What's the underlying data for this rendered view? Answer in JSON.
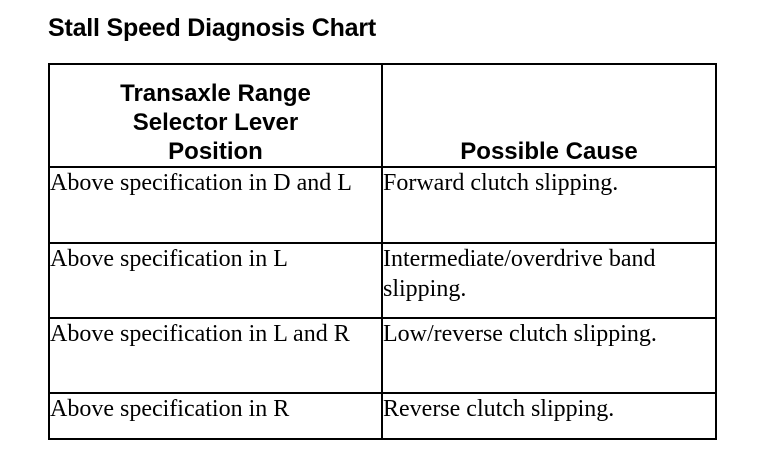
{
  "title": "Stall Speed Diagnosis Chart",
  "table": {
    "headers": [
      "Transaxle Range\nSelector Lever\nPosition",
      "Possible Cause"
    ],
    "rows": [
      [
        "Above specification in D and L",
        "Forward clutch slipping."
      ],
      [
        "Above specification in L",
        "Intermediate/overdrive band slipping."
      ],
      [
        "Above specification in L and R",
        "Low/reverse clutch slipping."
      ],
      [
        "Above specification in R",
        "Reverse clutch slipping."
      ]
    ]
  }
}
